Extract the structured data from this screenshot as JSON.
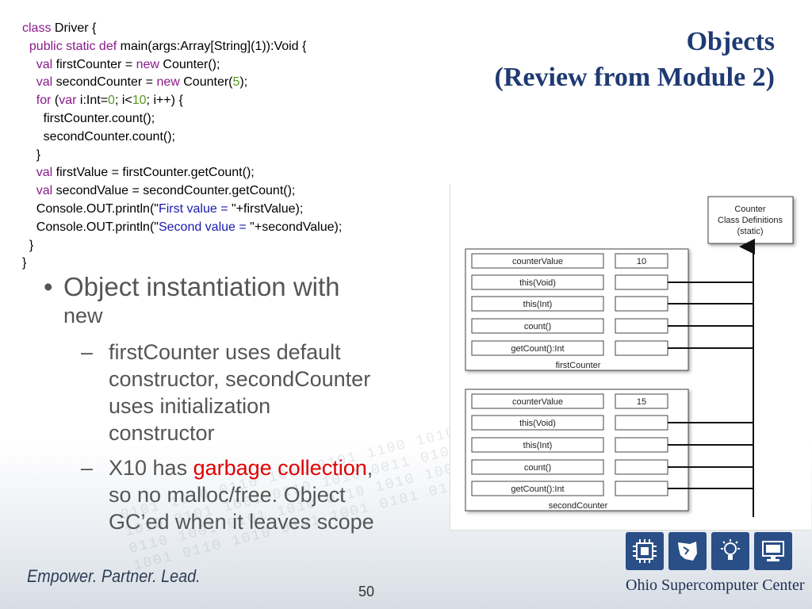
{
  "code": {
    "lines": [
      [
        {
          "t": "class",
          "c": "kw"
        },
        {
          "t": " Driver {"
        }
      ],
      [
        {
          "t": "  "
        },
        {
          "t": "public static def",
          "c": "kw"
        },
        {
          "t": " main(args:Array[String](1)):Void {"
        }
      ],
      [
        {
          "t": "    "
        },
        {
          "t": "val",
          "c": "kw"
        },
        {
          "t": " firstCounter = "
        },
        {
          "t": "new",
          "c": "kw"
        },
        {
          "t": " Counter();"
        }
      ],
      [
        {
          "t": "    "
        },
        {
          "t": "val",
          "c": "kw"
        },
        {
          "t": " secondCounter = "
        },
        {
          "t": "new",
          "c": "kw"
        },
        {
          "t": " Counter("
        },
        {
          "t": "5",
          "c": "num"
        },
        {
          "t": ");"
        }
      ],
      [
        {
          "t": "    "
        },
        {
          "t": "for",
          "c": "kw"
        },
        {
          "t": " ("
        },
        {
          "t": "var",
          "c": "kw"
        },
        {
          "t": " i:Int="
        },
        {
          "t": "0",
          "c": "num"
        },
        {
          "t": "; i<"
        },
        {
          "t": "10",
          "c": "num"
        },
        {
          "t": "; i++) {"
        }
      ],
      [
        {
          "t": "      firstCounter.count();"
        }
      ],
      [
        {
          "t": "      secondCounter.count();"
        }
      ],
      [
        {
          "t": "    }"
        }
      ],
      [
        {
          "t": "    "
        },
        {
          "t": "val",
          "c": "kw"
        },
        {
          "t": " firstValue = firstCounter.getCount();"
        }
      ],
      [
        {
          "t": "    "
        },
        {
          "t": "val",
          "c": "kw"
        },
        {
          "t": " secondValue = secondCounter.getCount();"
        }
      ],
      [
        {
          "t": "    Console.OUT.println(\""
        },
        {
          "t": "First value = ",
          "c": "str"
        },
        {
          "t": "\"+firstValue);"
        }
      ],
      [
        {
          "t": "    Console.OUT.println(\""
        },
        {
          "t": "Second value = ",
          "c": "str"
        },
        {
          "t": "\"+secondValue);"
        }
      ],
      [
        {
          "t": "  }"
        }
      ],
      [
        {
          "t": "}"
        }
      ]
    ]
  },
  "title": {
    "line1": "Objects",
    "line2": "(Review  from Module 2)"
  },
  "bullets": {
    "main_text": "Object instantiation with",
    "main_cont": "new",
    "sub1": [
      "firstCounter uses default",
      "constructor, secondCounter",
      "uses initialization",
      "constructor"
    ],
    "sub2_pre": "X10 has ",
    "sub2_red": "garbage collection",
    "sub2_post": ",",
    "sub2_rest": [
      "so no malloc/free.  Object",
      "GC’ed when it leaves scope"
    ]
  },
  "diagram": {
    "class_box": [
      "Counter",
      "Class Definitions",
      "(static)"
    ],
    "objects": [
      {
        "name": "firstCounter",
        "rows": [
          "counterValue",
          "this(Void)",
          "this(Int)",
          "count()",
          "getCount():Int"
        ],
        "value": "10"
      },
      {
        "name": "secondCounter",
        "rows": [
          "counterValue",
          "this(Void)",
          "this(Int)",
          "count()",
          "getCount():Int"
        ],
        "value": "15"
      }
    ]
  },
  "footer": {
    "tagline": "Empower. Partner. Lead.",
    "page": "50",
    "org": "Ohio Supercomputer Center"
  },
  "icons": [
    "chip-icon",
    "ohio-map-icon",
    "lightbulb-icon",
    "monitor-icon"
  ],
  "colors": {
    "title": "#1f3a73",
    "keyword": "#8b1a8b",
    "number": "#5a9a1a",
    "string": "#1a1ab0",
    "highlight": "#e00000",
    "logo": "#2a4f87"
  }
}
